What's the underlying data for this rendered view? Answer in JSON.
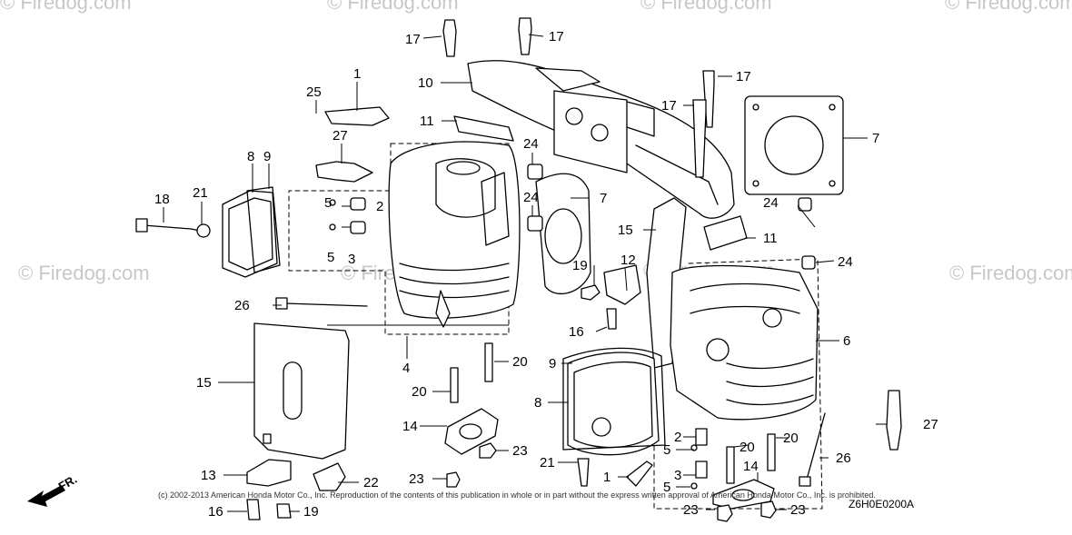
{
  "watermark": "© Firedog.com",
  "copyright": "(c) 2002-2013 American Honda Motor Co., Inc. Reproduction of the contents of this publication in whole or in part without the express written approval of American Honda Motor Co., Inc. is prohibited.",
  "diagram_code": "Z6H0E0200A",
  "direction_label": "FR.",
  "part_numbers": [
    "1",
    "2",
    "3",
    "4",
    "5",
    "6",
    "7",
    "8",
    "9",
    "10",
    "11",
    "12",
    "13",
    "14",
    "15",
    "16",
    "17",
    "18",
    "19",
    "20",
    "21",
    "22",
    "23",
    "24",
    "25",
    "26",
    "27"
  ]
}
